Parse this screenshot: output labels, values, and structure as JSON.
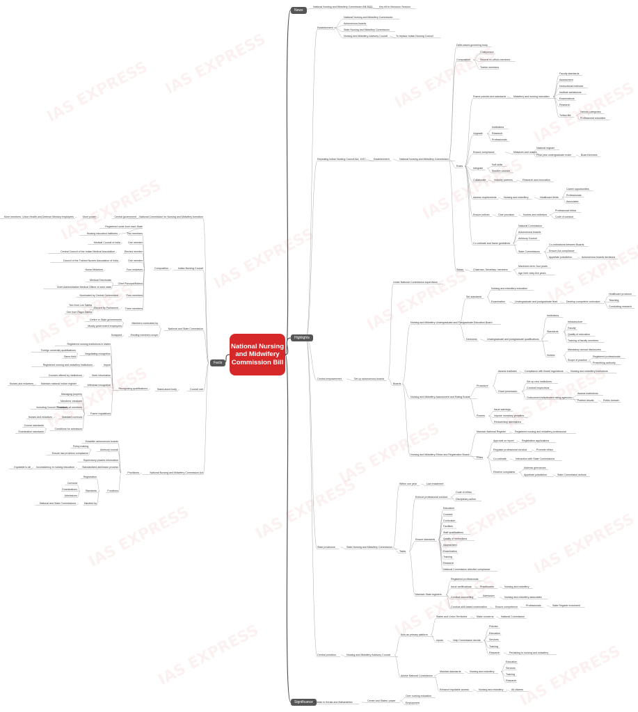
{
  "title": "National Nursing and Midwifery Commission Bill",
  "watermark": "IAS EXPRESS",
  "branches": {
    "news": "News",
    "highlights": "Highlights",
    "facts": "Facts",
    "significance": "Significance"
  },
  "news": [
    "National Nursing and Midwifery Commission Bill 2023",
    "Key bill in Monsoon Session"
  ],
  "highlights": {
    "establishment": "Establishment",
    "est_items": [
      "National Nursing and Midwifery Commission",
      "Autonomous boards",
      "State Nursing and Midwifery Commission",
      "Nursing and Midwifery Advisory Council",
      "To replace Indian Nursing Council"
    ],
    "repealing": "Repealing Indian Nursing Council Act, 1947",
    "est2": "Establishment",
    "nnmc": "National Nursing and Midwifery Commission",
    "delhi": "Delhi-based governing body",
    "composition": "Composition",
    "comp_items": [
      "Chairperson",
      "Several ex-officio members",
      "Twelve members"
    ],
    "roles": "Roles",
    "frame": "Frame policies and standards",
    "mne": "Midwifery and nursing education",
    "frame_items": [
      "Faculty standards",
      "Assessment",
      "Instructional methods",
      "Institute admissions",
      "Examinations",
      "Research"
    ],
    "tuition": "Tuition fee",
    "tuition_items": [
      "Various categories",
      "Professional education"
    ],
    "upgrade": "Upgrade",
    "upgrade_items": [
      "Institutions",
      "Research",
      "Professionals"
    ],
    "ensure": "Ensure compliance",
    "mn": "Midwives and nurses",
    "reg": "National register",
    "final": "Final year undergraduate exam",
    "board": "Board licenses",
    "integrate": "Integrate",
    "integrate_items": [
      "Soft skills",
      "Elective courses"
    ],
    "collab": "Collaborate",
    "industry": "Industry partners",
    "research": "Research and innovation",
    "assess": "Assess requirements",
    "nmw": "Nursing and midwifery",
    "hf": "Healthcare fields",
    "hf_items": [
      "Career opportunities",
      "Professionals",
      "Associates"
    ],
    "ensure_pol": "Ensure polices",
    "care": "Care provision",
    "nurses": "Nurses and midwives",
    "prof_items": [
      "Professional ethics",
      "Code of conduct"
    ],
    "coord": "Co-ordinate and frame guidelines",
    "coord_items": [
      "National Commission",
      "Autonomous boards",
      "Advisory Council"
    ],
    "statecomm": "State Commissions",
    "state_items": [
      "Co-ordinations between Boards",
      "Ensure Act compliance"
    ],
    "appellate": "Appellate jurisdiction",
    "autonomous": "Autonomous boards decisions",
    "salary": "Salary",
    "chair": "Chairman, Secretary, members",
    "salary_items": [
      "Maximum term: four years",
      "Age limit: sixty-five years"
    ],
    "central_emp": "Central empowerment",
    "setup": "Set up autonomous boards",
    "under": "Under National Commission supervision",
    "boards": "Boards",
    "ugpg": "Nursing and Midwifery Undergraduate and Postgraduate Education Board",
    "setstd": "Set standards",
    "setstd_items": [
      "Nursing and midwifery education",
      "Examination"
    ],
    "ugpglevel": "Undergraduate and postgraduate level",
    "develop": "Develop competent curriculum",
    "develop_items": [
      "Healthcare provision",
      "Teaching",
      "Conducting research"
    ],
    "decisions": "Decisions",
    "ugpgq": "Undergraduate and postgraduate qualifications",
    "institutions": "Institutions",
    "standards": "Standards",
    "std_items": [
      "Infrastructure",
      "Faculty",
      "Quality of education",
      "Training of faculty members"
    ],
    "nurses2": "Nurses",
    "mandatory": "Mandatory annual disclosures",
    "scope": "Scope of practice",
    "scope_items": [
      "Registered professionals",
      "Prescribing authority"
    ],
    "assessb": "Nursing and Midwifery Assessment and Rating Board",
    "procedure": "Procedure",
    "assess_inst": "Assess institutes",
    "comply": "Compliance with Board regulations",
    "nmi": "Nursing and midwifery institutions",
    "grant": "Grant permission",
    "grant_items": [
      "Set up new institutions",
      "Conduct inspections"
    ],
    "outsourced": "Outsourced independent rating agencies",
    "assess_inst2": "Assess institutions",
    "publish": "Publish results",
    "public": "Public domain",
    "powers": "Powers",
    "powers_items": [
      "Issue warnings",
      "Impose monetary penalties",
      "Reduce/stop admissions"
    ],
    "ethics": "Nursing and Midwifery Ethics and Registration Board",
    "maintain": "Maintain National Register",
    "regnurse": "Registered nursing and midwifery professional",
    "roles2": "Roles",
    "approval": "Approval on report",
    "regapps": "Registration applications",
    "regulate": "Regulate professional conduct",
    "promote": "Promote ethics",
    "coordinate": "Co-ordinate",
    "interaction": "Interaction with State Commissions",
    "receive": "Receive complaints",
    "receive_items": [
      "Address grievances",
      "Appellate jurisdiction"
    ],
    "statecomm_dec": "State Commission actions",
    "state_prov": "State provisions",
    "snmc": "State Nursing and Midwifery Commission",
    "within": "Within one year",
    "law": "Law enactment",
    "tasks": "Tasks",
    "enforce": "Enforce professional conduct",
    "enforce_items": [
      "Code of ethics",
      "Disciplinary action"
    ],
    "ensure_std": "Ensure standards",
    "std_list": [
      "Education",
      "Courses",
      "Curriculum",
      "Facilities",
      "Staff qualifications",
      "Quality of instructions",
      "Assessment",
      "Examination",
      "Training",
      "Research",
      "National Commission directive compliance"
    ],
    "maintain_state": "Maintain State registers",
    "state_reg_items": [
      "Registered professionals"
    ],
    "issue": "Issue certifications",
    "practitioners": "Practitioners",
    "nurmid": "Nursing and midwifery",
    "central_counselling": "Conduct counselling",
    "admission": "Admission",
    "assoc": "Nursing and midwifery associates",
    "exam_conduct": "Conduct skill-based examination",
    "comp": "Ensure competence",
    "professionals": "Professionals",
    "enrolment": "State Register enrolment",
    "central_prov": "Central provision",
    "advisory": "Nursing and Midwifery Advisory Council",
    "acts": "Acts as primary platform",
    "states": "States and Union Territories",
    "make": "Make concerns",
    "natcomm": "National Commission",
    "inputs": "Inputs",
    "help": "Help Commission decide",
    "help_items": [
      "Policies",
      "Education",
      "Services",
      "Training",
      "Research"
    ],
    "pertaining": "Pertaining to nursing and midwifery",
    "advise": "Advise National Commission",
    "maintain_std": "Maintain standards",
    "nm2": "Nursing and midwifery",
    "nm2_items": [
      "Education",
      "Services",
      "Training",
      "Research"
    ],
    "enhance": "Enhance equitable access",
    "nm3": "Nursing and midwifery",
    "all": "All citizens"
  },
  "facts": {
    "ncnmf": "National Commission for Nursing and Midwifery formation",
    "central_gov": "Central government",
    "more_power": "More power",
    "more_items": "More members: Union Health and Defence Ministry employees",
    "inc": "Indian Nursing Council",
    "composition": "Composition",
    "two": "Two members",
    "two_items": [
      "Registered nurse from each State",
      "Nursing education institutes"
    ],
    "one_a": "One member",
    "one_a_item": "Medical Council of India",
    "elected": "Elected member",
    "elected_item": "Central Council of the Indian Medical Association",
    "one_b": "One member",
    "one_b_item": "Council of the Trained Nurses Association of India",
    "four": "Four midwives",
    "four_item": "Nurse-Midwives",
    "four2": "Four nominees",
    "chief": "Chief Principal/Matron",
    "chief_items": [
      "Medical Directorate",
      "Chief Administrative Medical Officer of each state"
    ],
    "four_members": "Four members",
    "nominated": "Nominated by Central Government",
    "three": "Three members",
    "elected_parl": "Elected by Parliament",
    "parl_items": [
      "Two from Lok Sabha",
      "One from Rajya Sabha"
    ],
    "nat_state": "National and State Commission",
    "members_nom": "Members nominated by",
    "members_items": [
      "Centre or State governments",
      "Mostly government employees"
    ],
    "scrapped": "Scrapped",
    "electing": "Electing members scope",
    "council_role": "Council role",
    "state_body": "Stand-alone body",
    "recognizing": "Recognizing qualifications",
    "reg_inst": "Registered nursing institutions in states",
    "neg": "Negotiating recognition",
    "neg_items": [
      "Foreign university qualifications",
      "Same field"
    ],
    "import": "Import",
    "import_item": "Registered nursing and midwifery institutions",
    "seek": "Seek information",
    "seek_item": "Courses offered by institutions",
    "withdraw": "Withdraw recognition",
    "maintain": "Maintain national Indian register",
    "maintain_item": "Nurses and midwives",
    "frame_reg": "Frame regulations",
    "managing": "Managing property",
    "frame_items": [
      "Members' elections",
      "Functions of members",
      "Standard curricula"
    ],
    "incl": "Including Council President",
    "nurses": "Nurses and midwives",
    "conditions": "Conditions for admission",
    "cond_items": [
      "Course standards",
      "Examination standards"
    ],
    "nnmc_act": "National Nursing and Midwifery Commission Act",
    "provisions": "Provisions",
    "establish": "Establish autonomous boards",
    "advisory": "Advisory council",
    "adv_items": [
      "Policy making",
      "Ensure law provision compliance"
    ],
    "supervisory": "Supervisory powers information",
    "standardized": "Standardized admission process",
    "inconsist": "Inconsistency in nursing education",
    "equitable": "Equitable to all",
    "functions": "Functions",
    "registration": "Registration",
    "standards": "Standards",
    "std_items": [
      "Curricula",
      "Examinations",
      "Admissions"
    ],
    "handled": "Handled by",
    "handled_item": "National and State Commissions"
  },
  "significance": {
    "protests": "Protests in Kerala and Maharashtra",
    "center": "Center and States' power",
    "items": [
      "Over nursing education",
      "Employment"
    ]
  }
}
